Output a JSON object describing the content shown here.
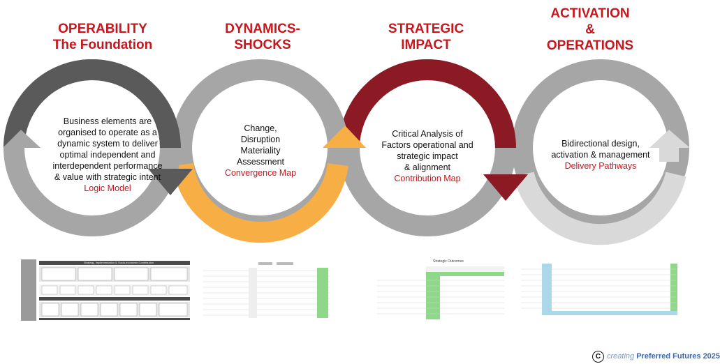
{
  "headings": [
    {
      "line1": "OPERABILITY",
      "line2": "The Foundation",
      "line3": ""
    },
    {
      "line1": "DYNAMICS-",
      "line2": "SHOCKS",
      "line3": ""
    },
    {
      "line1": "STRATEGIC",
      "line2": "IMPACT",
      "line3": ""
    },
    {
      "line1": "ACTIVATION",
      "line2": "&",
      "line3": "OPERATIONS"
    }
  ],
  "centers": [
    {
      "lines": [
        "Business elements are",
        "organised to operate as a",
        "dynamic system to deliver",
        "optimal independent and",
        "interdependent performance",
        "& value with strategic intent"
      ],
      "link": "Logic Model"
    },
    {
      "lines": [
        "Change,",
        "Disruption",
        "Materiality",
        "Assessment"
      ],
      "link": "Convergence Map"
    },
    {
      "lines": [
        "Critical Analysis of",
        "Factors operational and",
        "strategic impact",
        "& alignment"
      ],
      "link": "Contribution Map"
    },
    {
      "lines": [
        "Bidirectional design,",
        "activation & management"
      ],
      "link": "Delivery Pathways"
    }
  ],
  "colors": {
    "heading": "#c8161d",
    "ring_dark": "#5a5a5a",
    "ring_mid": "#a6a6a6",
    "ring_orange": "#f7ae45",
    "ring_red": "#8b1a24",
    "ring_light": "#d9d9d9",
    "link": "#c8161d"
  },
  "thumbnails": {
    "logic_model_title": "Strategy, Implementation & Socio-economic Contribution",
    "strategic_outcomes_title": "Strategic Outcomes"
  },
  "footer": {
    "symbol": "C",
    "creating": "creating",
    "rest": "Preferred Futures 2025"
  }
}
